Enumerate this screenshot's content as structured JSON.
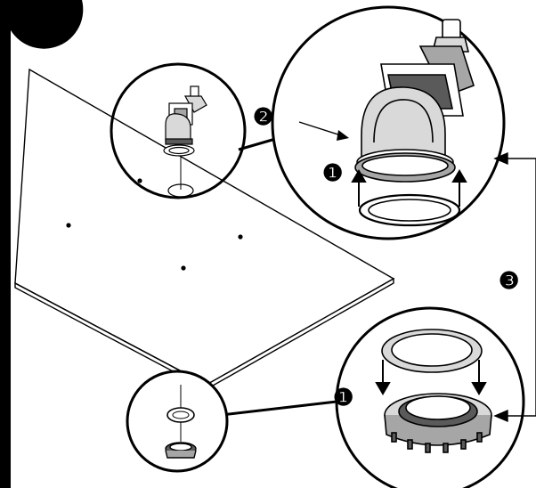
{
  "callouts": {
    "step_1_top": "❶",
    "step_2": "❷",
    "step_3": "❸",
    "step_1_bottom": "❶"
  },
  "colors": {
    "ink": "#000000",
    "paper": "#ffffff",
    "shade_light": "#d9d9d9",
    "shade_mid": "#a6a6a6",
    "shade_dark": "#5a5a5a"
  }
}
